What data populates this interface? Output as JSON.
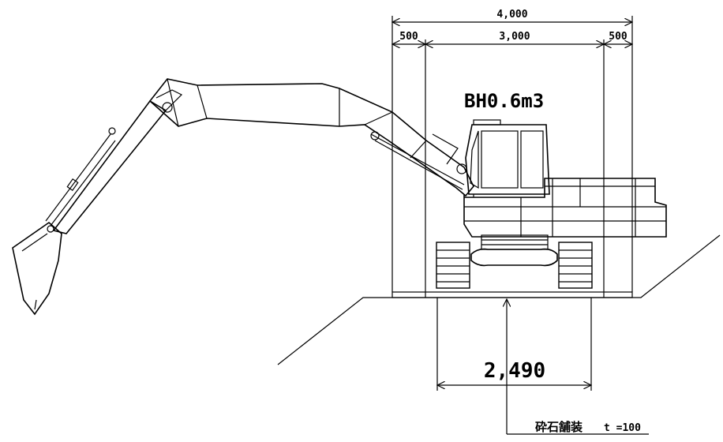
{
  "dimensions": {
    "total_width": "4,000",
    "left_margin": "500",
    "center_width": "3,000",
    "right_margin": "500",
    "track_width": "2,490"
  },
  "machine": {
    "model": "BH0.6m3"
  },
  "pavement": {
    "label": "砕石舗装",
    "thickness": "t =100"
  },
  "colors": {
    "line": "#000000",
    "background": "#ffffff"
  }
}
